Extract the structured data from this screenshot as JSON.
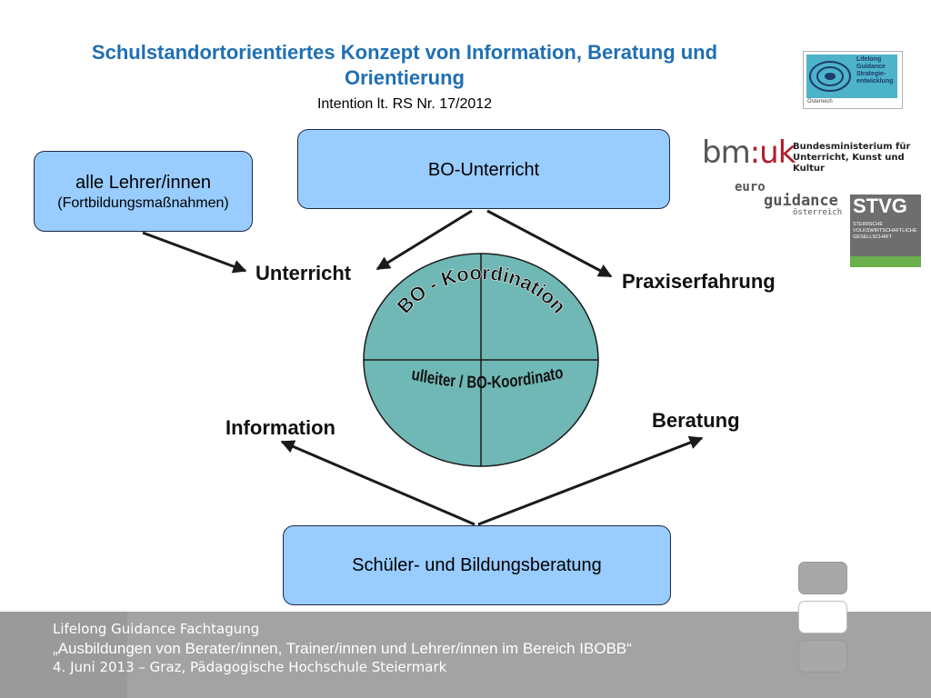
{
  "header": {
    "title_line1": "Schulstandortorientiertes Konzept von Information, Beratung und",
    "title_line2": "Orientierung",
    "subtitle": "Intention lt. RS Nr. 17/2012"
  },
  "boxes": {
    "teachers_line1": "alle Lehrer/innen",
    "teachers_line2": "(Fortbildungsmaßnahmen)",
    "bo_unterricht": "BO-Unterricht",
    "schueler": "Schüler- und Bildungsberatung"
  },
  "labels": {
    "unterricht": "Unterricht",
    "praxiserfahrung": "Praxiserfahrung",
    "information": "Information",
    "beratung": "Beratung"
  },
  "circle": {
    "top_text": "BO - Koordination",
    "bottom_text": "Schulleiter / BO-KoordinatorIn"
  },
  "logos": {
    "lifelong": "Lifelong Guidance Strategie-entwicklung",
    "lifelong_country": "Österreich",
    "bmuk_big_a": "bm",
    "bmuk_big_b": ":uk",
    "bmuk_line1": "Bundesministerium für",
    "bmuk_line2": "Unterricht, Kunst und Kultur",
    "euro_line1": "euro",
    "euro_line2": "guidance",
    "euro_line3": "österreich",
    "stvg": "STVG",
    "stvg_sub": "STEIRISCHE VOLKSWIRTSCHAFTLICHE GESELLSCHAFT"
  },
  "footer": {
    "line1": "Lifelong Guidance Fachtagung",
    "line2": "„Ausbildungen von Berater/innen, Trainer/innen und Lehrer/innen im Bereich IBOBB“",
    "line3": "4. Juni 2013 – Graz, Pädagogische Hochschule Steiermark"
  },
  "colors": {
    "title": "#1f6fb4",
    "box_fill": "#99ccff",
    "circle_fill": "#6fb8b5",
    "footer": "#a3a3a3"
  }
}
